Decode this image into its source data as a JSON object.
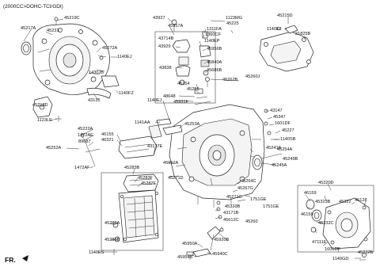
{
  "header": "(2000CC>DOHC-TCI/GDI)",
  "corner_mark": "FR.",
  "parts": [
    "45219C",
    "45217A",
    "45231",
    "45272A",
    "1140EJ",
    "1430JB",
    "45218D",
    "43135",
    "1140FZ",
    "1123LE",
    "43927",
    "45957A",
    "1311FA",
    "1360CF",
    "1140EP",
    "43714B",
    "43929",
    "45956B",
    "43838",
    "45840A",
    "45686B",
    "1123MG",
    "45225",
    "45215D",
    "1140EJ",
    "21825B",
    "45262B",
    "45260J",
    "45254",
    "45255",
    "48648",
    "45931F",
    "1140EJ",
    "1141AA",
    "45253A",
    "43147",
    "45347",
    "1601DF",
    "45227",
    "1140SB",
    "45222A",
    "1472AE",
    "89087",
    "45252A",
    "1472AF",
    "46155",
    "46321",
    "43137E",
    "45283B",
    "45283F",
    "45282E",
    "45286A",
    "45285B",
    "1140ES",
    "45241A",
    "45254A",
    "45249B",
    "45245A",
    "45952A",
    "45271D",
    "45264C",
    "45267G",
    "45271C",
    "1751GE",
    "1751GE",
    "45323B",
    "43171B",
    "45612C",
    "45260",
    "45920B",
    "45950A",
    "45954B",
    "45940C",
    "45320D",
    "46159",
    "46128",
    "45323B",
    "45322",
    "46159",
    "45332C",
    "47111E",
    "1601DF",
    "45277B",
    "1140GD"
  ],
  "icons": [
    "transmission-case",
    "torque-converter-housing",
    "valve-body",
    "oil-pan",
    "oil-filter",
    "side-cover"
  ]
}
